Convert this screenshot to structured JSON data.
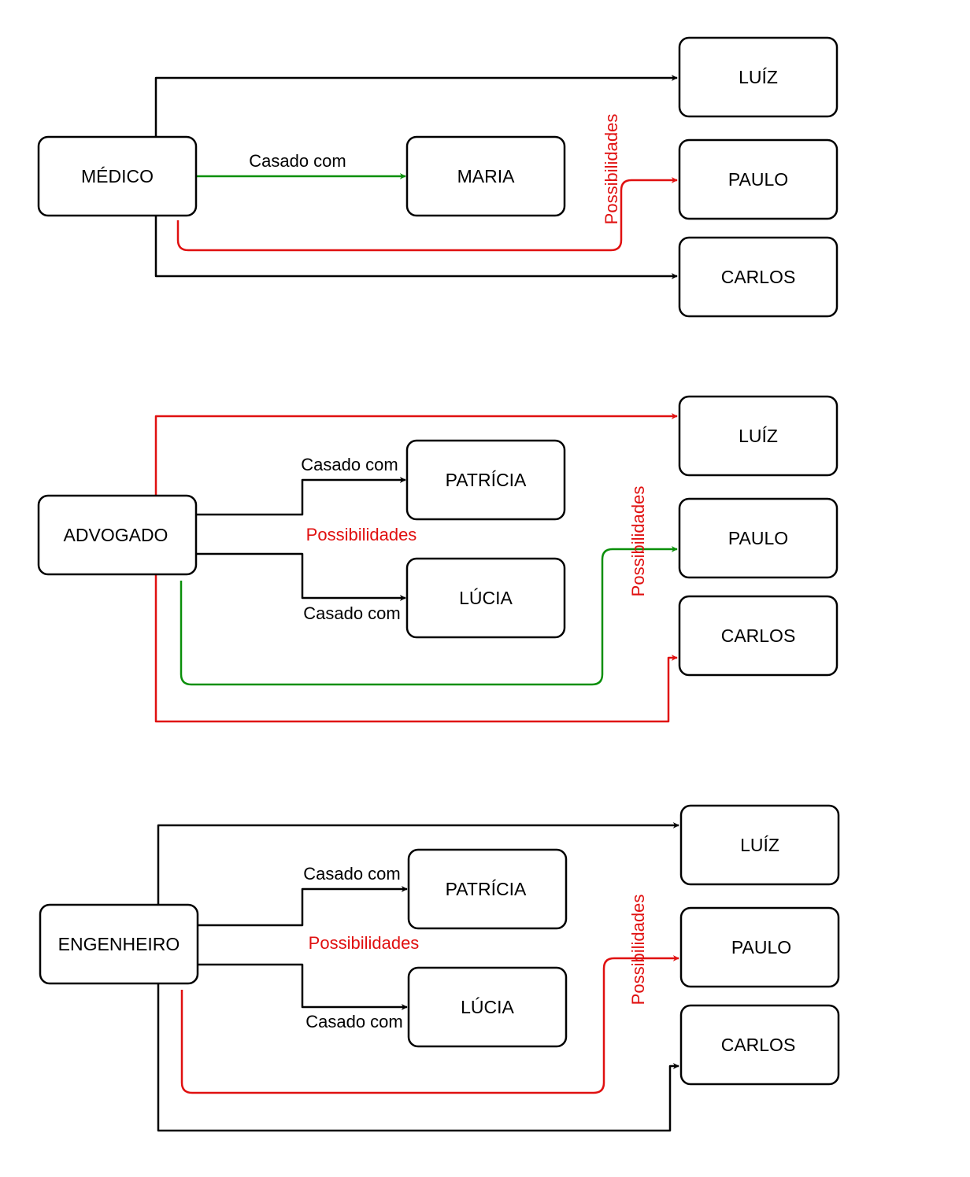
{
  "colors": {
    "black": "#000000",
    "green": "#0a8f0a",
    "red": "#e01010"
  },
  "diagram1": {
    "source": "MÉDICO",
    "spouse": "MARIA",
    "edge_label_married": "Casado com",
    "edge_label_possibilities": "Possibilidades",
    "targets": [
      "LUÍZ",
      "PAULO",
      "CARLOS"
    ]
  },
  "diagram2": {
    "source": "ADVOGADO",
    "spouse_a": "PATRÍCIA",
    "spouse_b": "LÚCIA",
    "edge_label_married_a": "Casado com",
    "edge_label_married_b": "Casado com",
    "edge_label_possibilities_h": "Possibilidades",
    "edge_label_possibilities_v": "Possibilidades",
    "targets": [
      "LUÍZ",
      "PAULO",
      "CARLOS"
    ]
  },
  "diagram3": {
    "source": "ENGENHEIRO",
    "spouse_a": "PATRÍCIA",
    "spouse_b": "LÚCIA",
    "edge_label_married_a": "Casado com",
    "edge_label_married_b": "Casado com",
    "edge_label_possibilities_h": "Possibilidades",
    "edge_label_possibilities_v": "Possibilidades",
    "targets": [
      "LUÍZ",
      "PAULO",
      "CARLOS"
    ]
  }
}
